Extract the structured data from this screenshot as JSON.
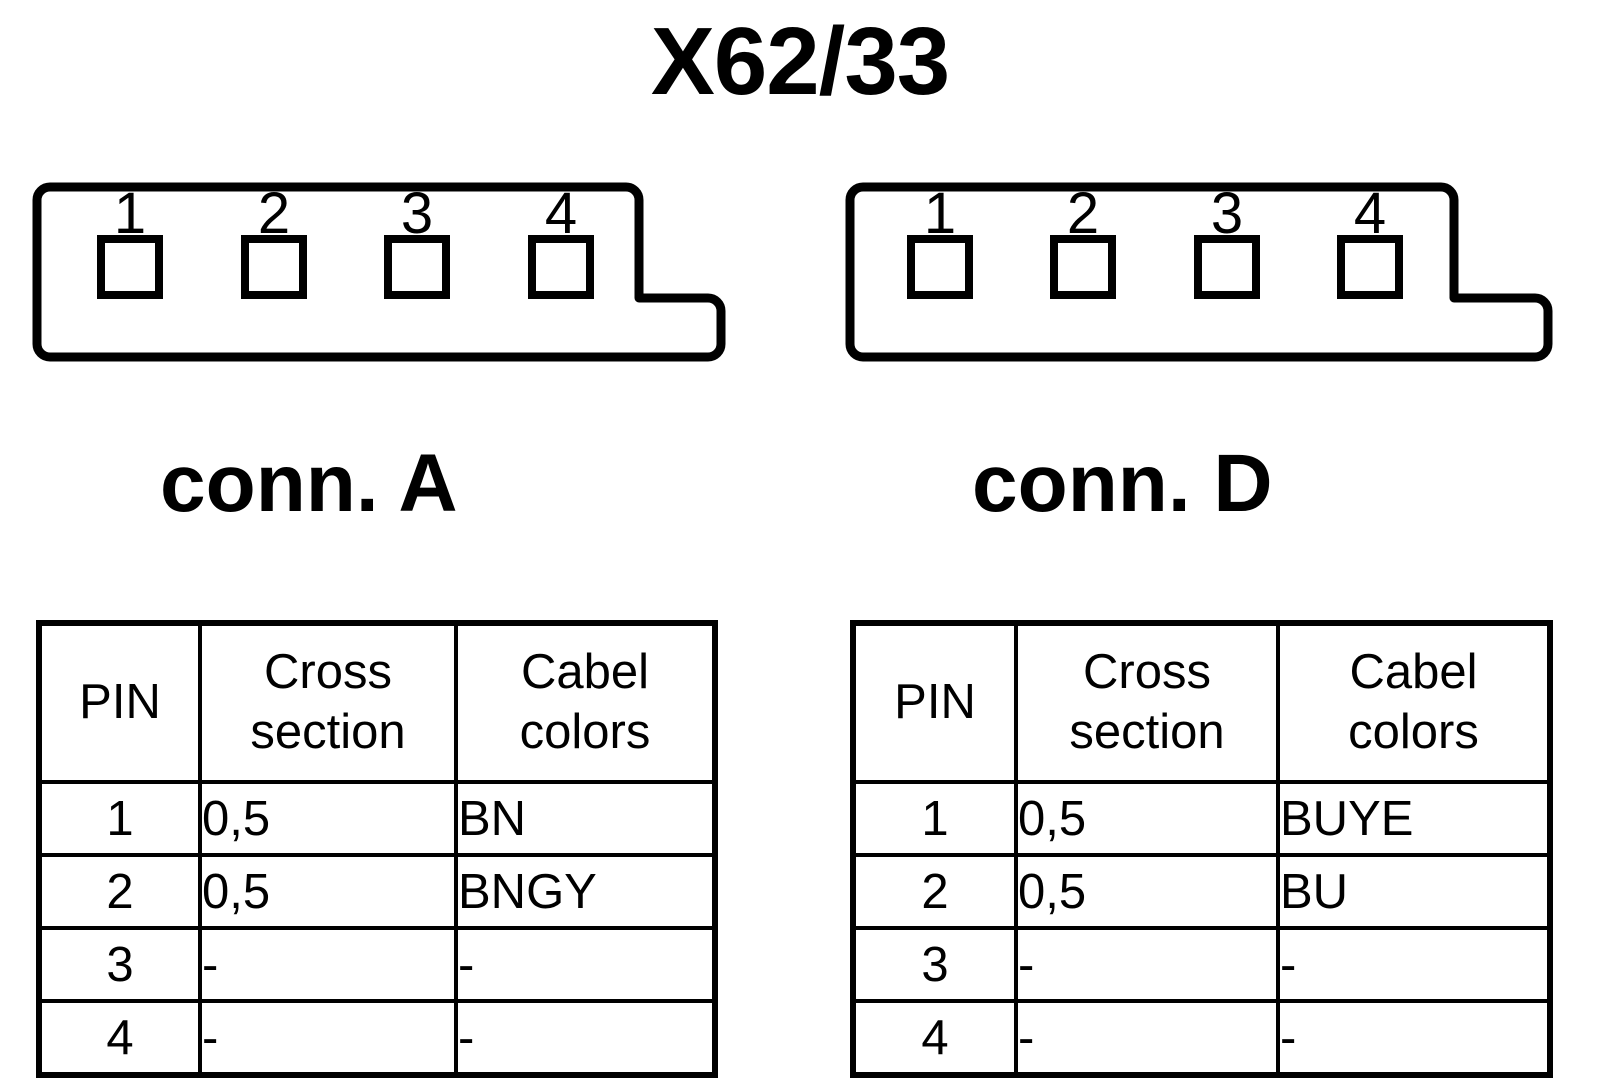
{
  "title": "X62/33",
  "connectors": [
    {
      "id": "a",
      "caption": "conn. D",
      "pins": [
        "1",
        "2",
        "3",
        "4"
      ]
    }
  ],
  "connector_a": {
    "caption": "conn. A",
    "pin_labels": [
      "1",
      "2",
      "3",
      "4"
    ]
  },
  "connector_d": {
    "caption": "conn. D",
    "pin_labels": [
      "1",
      "2",
      "3",
      "4"
    ]
  },
  "table_headers": {
    "pin": "PIN",
    "cross": "Cross",
    "section": "section",
    "cabel": "Cabel",
    "colors": "colors"
  },
  "table_a": {
    "rows": [
      {
        "pin": "1",
        "cross_section": "0,5",
        "cabel_colors": "BN"
      },
      {
        "pin": "2",
        "cross_section": "0,5",
        "cabel_colors": "BNGY"
      },
      {
        "pin": "3",
        "cross_section": "-",
        "cabel_colors": "-"
      },
      {
        "pin": "4",
        "cross_section": "-",
        "cabel_colors": "-"
      }
    ]
  },
  "table_d": {
    "rows": [
      {
        "pin": "1",
        "cross_section": "0,5",
        "cabel_colors": "BUYE"
      },
      {
        "pin": "2",
        "cross_section": "0,5",
        "cabel_colors": "BU"
      },
      {
        "pin": "3",
        "cross_section": "-",
        "cabel_colors": "-"
      },
      {
        "pin": "4",
        "cross_section": "-",
        "cabel_colors": "-"
      }
    ]
  },
  "colors": {
    "ink": "#000000",
    "background": "#ffffff"
  }
}
